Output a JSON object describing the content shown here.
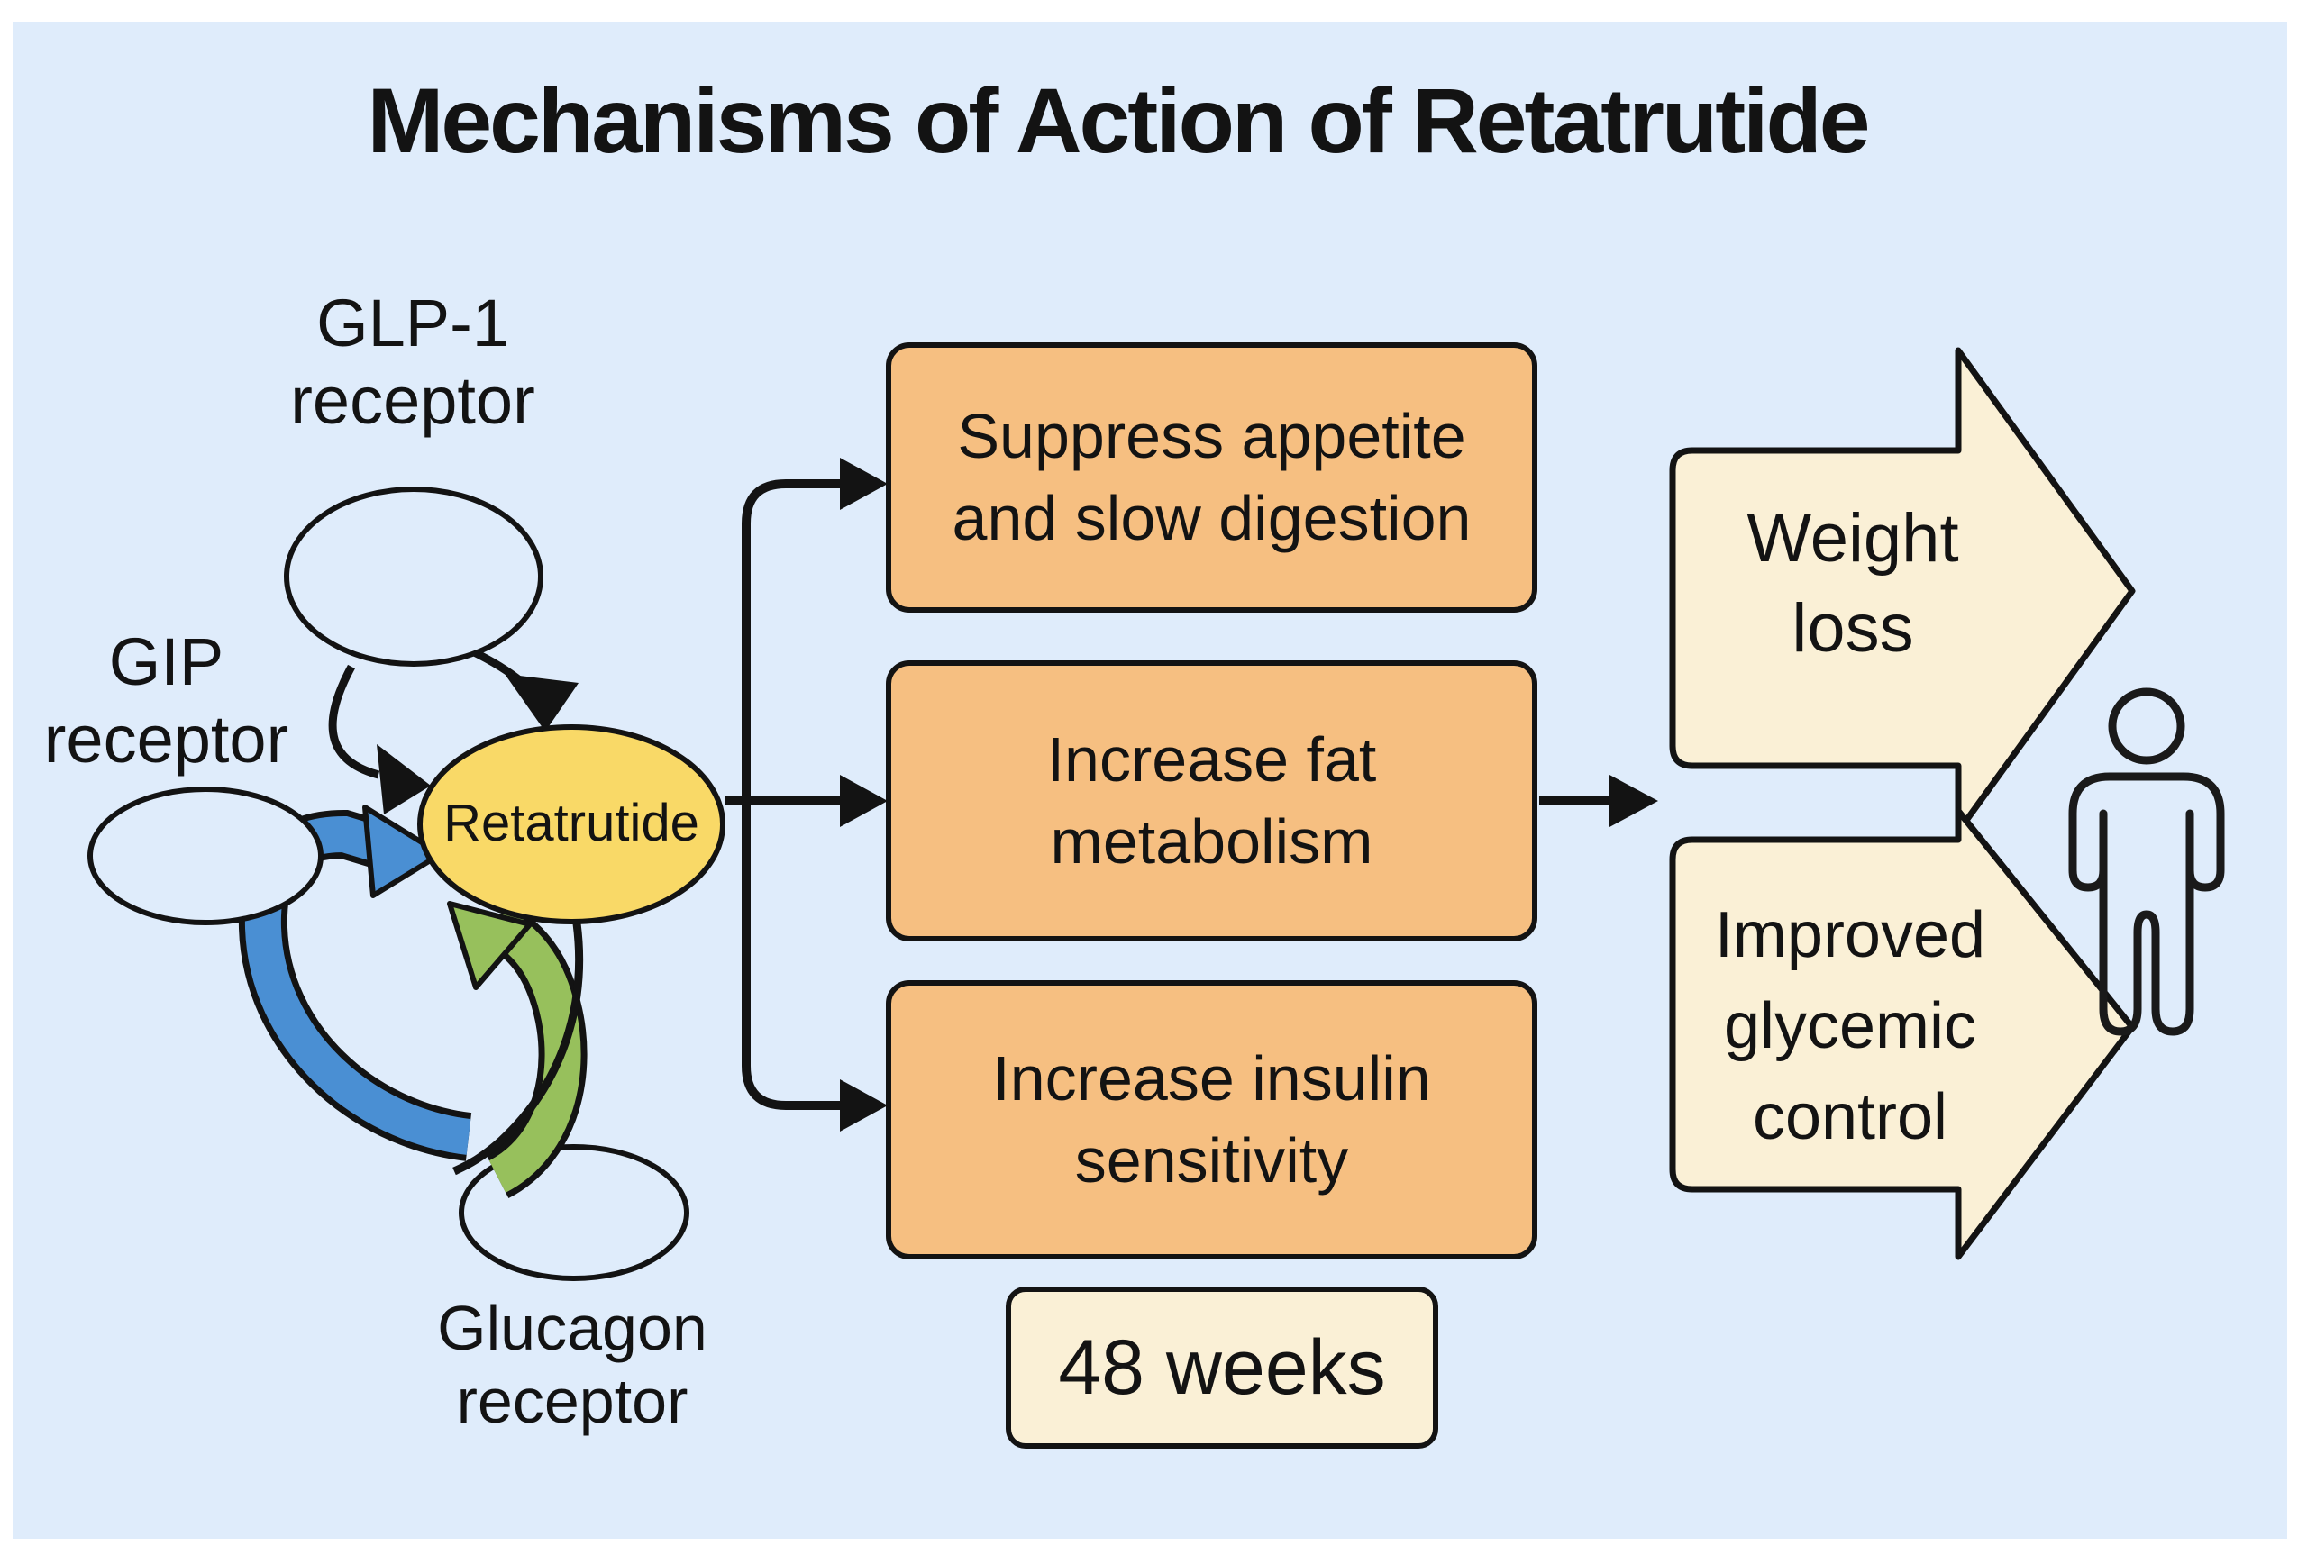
{
  "figure": {
    "title": "Mechanisms of Action of Retatrutide",
    "duration_label": "48 weeks"
  },
  "receptors": {
    "glp1": {
      "label": "GLP-1\nreceptor"
    },
    "gip": {
      "label": "GIP\nreceptor"
    },
    "glucagon": {
      "label": "Glucagon\nreceptor"
    }
  },
  "drug": {
    "label": "Retatrutide"
  },
  "effects": [
    {
      "label": "Suppress appetite and slow digestion"
    },
    {
      "label": "Increase fat metabolism"
    },
    {
      "label": "Increase insulin sensitivity"
    }
  ],
  "outcomes": [
    {
      "label": "Weight\nloss"
    },
    {
      "label": "Improved\nglycemic\ncontrol"
    }
  ],
  "icons": {
    "person": "person-icon"
  },
  "colors": {
    "page": "#ffffff",
    "panel_background": "#dfecfb",
    "effect_box_orange": "#f6bf81",
    "outcome_cream": "#faf0d6",
    "drug_yellow": "#f9d967",
    "gip_arrow_blue": "#4a8fd3",
    "glucagon_arrow_green": "#97c05c",
    "ink": "#131313"
  }
}
